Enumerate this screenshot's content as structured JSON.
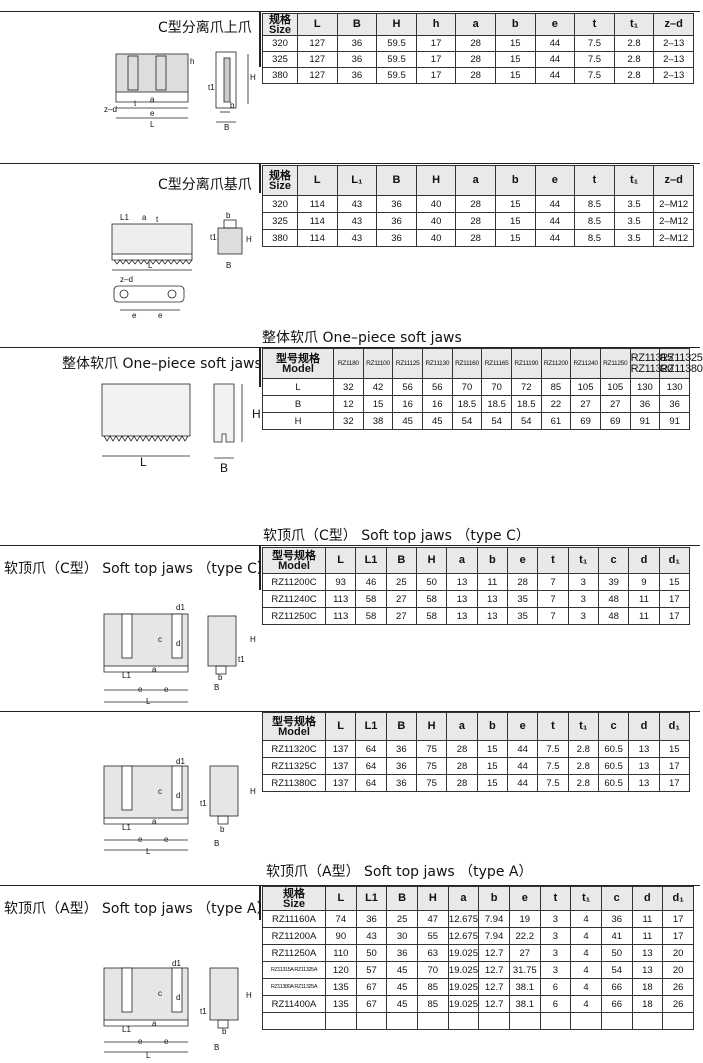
{
  "sections": [
    {
      "id": "c_top",
      "left_label": "C型分离爪上爪",
      "columns": [
        "规格|Size",
        "L",
        "B",
        "H",
        "h",
        "a",
        "b",
        "e",
        "t",
        "t₁",
        "z–d"
      ],
      "rows": [
        [
          "320",
          "127",
          "36",
          "59.5",
          "17",
          "28",
          "15",
          "44",
          "7.5",
          "2.8",
          "2–13"
        ],
        [
          "325",
          "127",
          "36",
          "59.5",
          "17",
          "28",
          "15",
          "44",
          "7.5",
          "2.8",
          "2–13"
        ],
        [
          "380",
          "127",
          "36",
          "59.5",
          "17",
          "28",
          "15",
          "44",
          "7.5",
          "2.8",
          "2–13"
        ]
      ]
    },
    {
      "id": "c_base",
      "left_label": "C型分离爪基爪",
      "columns": [
        "规格|Size",
        "L",
        "L₁",
        "B",
        "H",
        "a",
        "b",
        "e",
        "t",
        "t₁",
        "z–d"
      ],
      "rows": [
        [
          "320",
          "114",
          "43",
          "36",
          "40",
          "28",
          "15",
          "44",
          "8.5",
          "3.5",
          "2–M12"
        ],
        [
          "325",
          "114",
          "43",
          "36",
          "40",
          "28",
          "15",
          "44",
          "8.5",
          "3.5",
          "2–M12"
        ],
        [
          "380",
          "114",
          "43",
          "36",
          "40",
          "28",
          "15",
          "44",
          "8.5",
          "3.5",
          "2–M12"
        ]
      ]
    },
    {
      "id": "one_piece",
      "title": "整体软爪  One–piece soft jaws",
      "left_label": "整体软爪  One–piece soft jaws",
      "columns": [
        "型号规格|Model",
        "RZ1180",
        "RZ11100",
        "RZ11125",
        "RZ11130",
        "RZ11160",
        "RZ11165",
        "RZ11190",
        "RZ11200",
        "RZ11240",
        "RZ11250",
        "RZ11315|RZ11320",
        "RZ11325|RZ11380"
      ],
      "rows": [
        [
          "L",
          "32",
          "42",
          "56",
          "56",
          "70",
          "70",
          "72",
          "85",
          "105",
          "105",
          "130",
          "130"
        ],
        [
          "B",
          "12",
          "15",
          "16",
          "16",
          "18.5",
          "18.5",
          "18.5",
          "22",
          "27",
          "27",
          "36",
          "36"
        ],
        [
          "H",
          "32",
          "38",
          "45",
          "45",
          "54",
          "54",
          "54",
          "61",
          "69",
          "69",
          "91",
          "91"
        ]
      ]
    },
    {
      "id": "soft_c1",
      "title": "软顶爪（C型）   Soft top jaws （type C）",
      "left_label": "软顶爪（C型）   Soft top jaws （type C）",
      "columns": [
        "型号规格|Model",
        "L",
        "L1",
        "B",
        "H",
        "a",
        "b",
        "e",
        "t",
        "t₁",
        "c",
        "d",
        "d₁"
      ],
      "rows": [
        [
          "RZ11200C",
          "93",
          "46",
          "25",
          "50",
          "13",
          "11",
          "28",
          "7",
          "3",
          "39",
          "9",
          "15"
        ],
        [
          "RZ11240C",
          "113",
          "58",
          "27",
          "58",
          "13",
          "13",
          "35",
          "7",
          "3",
          "48",
          "11",
          "17"
        ],
        [
          "RZ11250C",
          "113",
          "58",
          "27",
          "58",
          "13",
          "13",
          "35",
          "7",
          "3",
          "48",
          "11",
          "17"
        ]
      ]
    },
    {
      "id": "soft_c2",
      "columns": [
        "型号规格|Model",
        "L",
        "L1",
        "B",
        "H",
        "a",
        "b",
        "e",
        "t",
        "t₁",
        "c",
        "d",
        "d₁"
      ],
      "rows": [
        [
          "RZ11320C",
          "137",
          "64",
          "36",
          "75",
          "28",
          "15",
          "44",
          "7.5",
          "2.8",
          "60.5",
          "13",
          "15"
        ],
        [
          "RZ11325C",
          "137",
          "64",
          "36",
          "75",
          "28",
          "15",
          "44",
          "7.5",
          "2.8",
          "60.5",
          "13",
          "17"
        ],
        [
          "RZ11380C",
          "137",
          "64",
          "36",
          "75",
          "28",
          "15",
          "44",
          "7.5",
          "2.8",
          "60.5",
          "13",
          "17"
        ]
      ]
    },
    {
      "id": "soft_a",
      "title": "软顶爪（A型）   Soft top jaws （type A）",
      "left_label": "软顶爪（A型）   Soft top jaws （type A）",
      "columns": [
        "规格|Size",
        "L",
        "L1",
        "B",
        "H",
        "a",
        "b",
        "e",
        "t",
        "t₁",
        "c",
        "d",
        "d₁"
      ],
      "rows": [
        [
          "RZ11160A",
          "74",
          "36",
          "25",
          "47",
          "12.675",
          "7.94",
          "19",
          "3",
          "4",
          "36",
          "11",
          "17"
        ],
        [
          "RZ11200A",
          "90",
          "43",
          "30",
          "55",
          "12.675",
          "7.94",
          "22.2",
          "3",
          "4",
          "41",
          "11",
          "17"
        ],
        [
          "RZ11250A",
          "110",
          "50",
          "36",
          "63",
          "19.025",
          "12.7",
          "27",
          "3",
          "4",
          "50",
          "13",
          "20"
        ],
        [
          "RZ11315A RZ11325A",
          "120",
          "57",
          "45",
          "70",
          "19.025",
          "12.7",
          "31.75",
          "3",
          "4",
          "54",
          "13",
          "20"
        ],
        [
          "RZ11380A RZ11325A",
          "135",
          "67",
          "45",
          "85",
          "19.025",
          "12.7",
          "38.1",
          "6",
          "4",
          "66",
          "18",
          "26"
        ],
        [
          "RZ11400A",
          "135",
          "67",
          "45",
          "85",
          "19.025",
          "12.7",
          "38.1",
          "6",
          "4",
          "66",
          "18",
          "26"
        ],
        [
          "",
          "",
          "",
          "",
          "",
          "",
          "",
          "",
          "",
          "",
          "",
          "",
          ""
        ]
      ]
    }
  ],
  "drawing_labels": {
    "sec1": [
      "z–d",
      "t",
      "a",
      "e",
      "L",
      "h",
      "t1",
      "H",
      "b",
      "B"
    ],
    "sec2": [
      "L1",
      "a",
      "t",
      "b",
      "t1",
      "H",
      "B",
      "L",
      "z–d",
      "e",
      "e"
    ],
    "sec3": [
      "H",
      "L",
      "B"
    ],
    "sec4": [
      "d1",
      "c",
      "d",
      "a",
      "L1",
      "e",
      "e",
      "L",
      "H",
      "t1",
      "b",
      "B"
    ],
    "sec5": [
      "d1",
      "c",
      "d",
      "a",
      "L1",
      "e",
      "e",
      "L",
      "H",
      "t1",
      "b",
      "B"
    ],
    "sec6": [
      "d1",
      "c",
      "d",
      "a",
      "L1",
      "e",
      "e",
      "L",
      "H",
      "t1",
      "b",
      "B"
    ]
  }
}
